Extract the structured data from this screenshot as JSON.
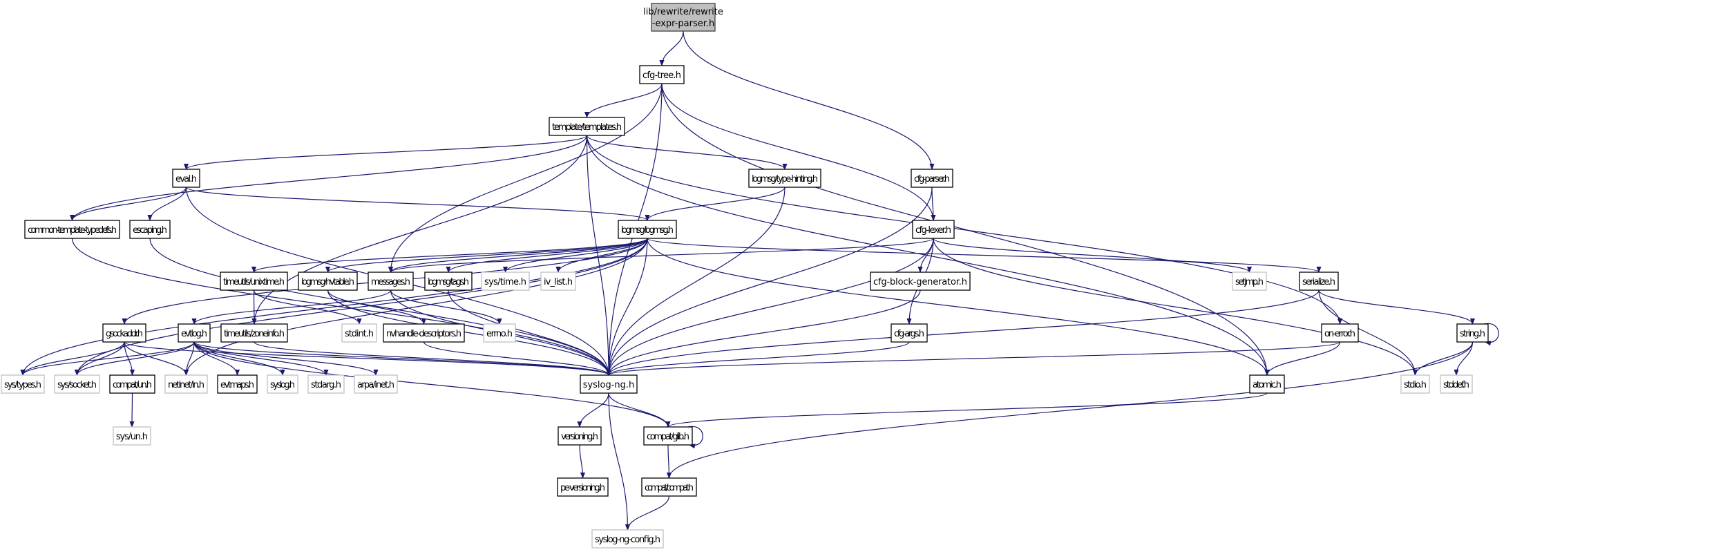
{
  "graph": {
    "edge_color": "#191970",
    "root_fill": "#bfbfbf",
    "external_border": "#bfbfbf",
    "nodes": [
      {
        "id": "root",
        "label": "lib/rewrite/rewrite",
        "label2": "-expr-parser.h",
        "kind": "root"
      },
      {
        "id": "cfgtree",
        "label": "cfg-tree.h"
      },
      {
        "id": "templates",
        "label": "template/templates.h"
      },
      {
        "id": "eval",
        "label": "eval.h"
      },
      {
        "id": "typehint",
        "label": "logmsg/type-hinting.h"
      },
      {
        "id": "cfgparser",
        "label": "cfg-parser.h"
      },
      {
        "id": "ctt",
        "label": "common-template-typedefs.h"
      },
      {
        "id": "escaping",
        "label": "escaping.h"
      },
      {
        "id": "logmsg",
        "label": "logmsg/logmsg.h"
      },
      {
        "id": "cfglexer",
        "label": "cfg-lexer.h"
      },
      {
        "id": "unixtime",
        "label": "timeutils/unixtime.h"
      },
      {
        "id": "nvtable",
        "label": "logmsg/nvtable.h"
      },
      {
        "id": "messages",
        "label": "messages.h"
      },
      {
        "id": "tags",
        "label": "logmsg/tags.h"
      },
      {
        "id": "systime",
        "label": "sys/time.h",
        "kind": "external"
      },
      {
        "id": "ivlist",
        "label": "iv_list.h",
        "kind": "external"
      },
      {
        "id": "cbg",
        "label": "cfg-block-generator.h"
      },
      {
        "id": "setjmp",
        "label": "setjmp.h",
        "kind": "external"
      },
      {
        "id": "serialize",
        "label": "serialize.h"
      },
      {
        "id": "gsockaddr",
        "label": "gsockaddr.h"
      },
      {
        "id": "evtlog",
        "label": "evtlog.h"
      },
      {
        "id": "zoneinfo",
        "label": "timeutils/zoneinfo.h"
      },
      {
        "id": "stdint",
        "label": "stdint.h",
        "kind": "external"
      },
      {
        "id": "nvhandle",
        "label": "nvhandle-descriptors.h"
      },
      {
        "id": "errno",
        "label": "errno.h",
        "kind": "external"
      },
      {
        "id": "cfgargs",
        "label": "cfg-args.h"
      },
      {
        "id": "onerror",
        "label": "on-error.h"
      },
      {
        "id": "string",
        "label": "string.h"
      },
      {
        "id": "systypes",
        "label": "sys/types.h",
        "kind": "external"
      },
      {
        "id": "syssocket",
        "label": "sys/socket.h",
        "kind": "external"
      },
      {
        "id": "compatun",
        "label": "compat/un.h"
      },
      {
        "id": "netinet",
        "label": "netinet/in.h",
        "kind": "external"
      },
      {
        "id": "evtmaps",
        "label": "evtmaps.h"
      },
      {
        "id": "syslogh",
        "label": "syslog.h",
        "kind": "external"
      },
      {
        "id": "stdarg",
        "label": "stdarg.h",
        "kind": "external"
      },
      {
        "id": "arpainet",
        "label": "arpa/inet.h",
        "kind": "external"
      },
      {
        "id": "syslogng",
        "label": "syslog-ng.h"
      },
      {
        "id": "atomic",
        "label": "atomic.h"
      },
      {
        "id": "stdio",
        "label": "stdio.h",
        "kind": "external"
      },
      {
        "id": "stddef",
        "label": "stddef.h",
        "kind": "external"
      },
      {
        "id": "sysun",
        "label": "sys/un.h",
        "kind": "external"
      },
      {
        "id": "versioning",
        "label": "versioning.h"
      },
      {
        "id": "glib",
        "label": "compat/glib.h"
      },
      {
        "id": "peversioning",
        "label": "pe-versioning.h"
      },
      {
        "id": "compat",
        "label": "compat/compat.h"
      },
      {
        "id": "config",
        "label": "syslog-ng-config.h",
        "kind": "external"
      }
    ],
    "edges": [
      [
        "root",
        "cfgtree"
      ],
      [
        "root",
        "cfgparser"
      ],
      [
        "cfgtree",
        "templates"
      ],
      [
        "cfgtree",
        "messages"
      ],
      [
        "cfgtree",
        "syslogng"
      ],
      [
        "cfgtree",
        "cfglexer"
      ],
      [
        "cfgtree",
        "atomic"
      ],
      [
        "templates",
        "eval"
      ],
      [
        "templates",
        "ctt"
      ],
      [
        "templates",
        "typehint"
      ],
      [
        "templates",
        "syslogng"
      ],
      [
        "templates",
        "zoneinfo"
      ],
      [
        "templates",
        "onerror"
      ],
      [
        "templates",
        "atomic"
      ],
      [
        "eval",
        "ctt"
      ],
      [
        "eval",
        "escaping"
      ],
      [
        "eval",
        "logmsg"
      ],
      [
        "eval",
        "syslogng"
      ],
      [
        "typehint",
        "logmsg"
      ],
      [
        "typehint",
        "syslogng"
      ],
      [
        "cfgparser",
        "cfglexer"
      ],
      [
        "cfgparser",
        "syslogng"
      ],
      [
        "ctt",
        "syslogng"
      ],
      [
        "escaping",
        "syslogng"
      ],
      [
        "logmsg",
        "systypes"
      ],
      [
        "logmsg",
        "syssocket"
      ],
      [
        "logmsg",
        "gsockaddr"
      ],
      [
        "logmsg",
        "netinet"
      ],
      [
        "logmsg",
        "unixtime"
      ],
      [
        "logmsg",
        "nvtable"
      ],
      [
        "logmsg",
        "messages"
      ],
      [
        "logmsg",
        "tags"
      ],
      [
        "logmsg",
        "systime"
      ],
      [
        "logmsg",
        "ivlist"
      ],
      [
        "logmsg",
        "syslogng"
      ],
      [
        "logmsg",
        "serialize"
      ],
      [
        "logmsg",
        "atomic"
      ],
      [
        "cfglexer",
        "messages"
      ],
      [
        "cfglexer",
        "setjmp"
      ],
      [
        "cfglexer",
        "cbg"
      ],
      [
        "cfglexer",
        "cfgargs"
      ],
      [
        "cfglexer",
        "syslogng"
      ],
      [
        "cfglexer",
        "stdio"
      ],
      [
        "unixtime",
        "zoneinfo"
      ],
      [
        "unixtime",
        "stdint"
      ],
      [
        "nvtable",
        "nvhandle"
      ],
      [
        "nvtable",
        "syslogng"
      ],
      [
        "messages",
        "evtlog"
      ],
      [
        "messages",
        "errno"
      ],
      [
        "messages",
        "syslogng"
      ],
      [
        "tags",
        "syslogng"
      ],
      [
        "cbg",
        "syslogng"
      ],
      [
        "cfgargs",
        "syslogng"
      ],
      [
        "serialize",
        "syslogng"
      ],
      [
        "serialize",
        "string"
      ],
      [
        "serialize",
        "stdio"
      ],
      [
        "onerror",
        "syslogng"
      ],
      [
        "onerror",
        "atomic"
      ],
      [
        "string",
        "string"
      ],
      [
        "string",
        "stdio"
      ],
      [
        "string",
        "stddef"
      ],
      [
        "string",
        "compat"
      ],
      [
        "gsockaddr",
        "systypes"
      ],
      [
        "gsockaddr",
        "syssocket"
      ],
      [
        "gsockaddr",
        "compatun"
      ],
      [
        "gsockaddr",
        "netinet"
      ],
      [
        "gsockaddr",
        "syslogng"
      ],
      [
        "evtlog",
        "systypes"
      ],
      [
        "evtlog",
        "syssocket"
      ],
      [
        "evtlog",
        "netinet"
      ],
      [
        "evtlog",
        "evtmaps"
      ],
      [
        "evtlog",
        "syslogh"
      ],
      [
        "evtlog",
        "stdarg"
      ],
      [
        "evtlog",
        "arpainet"
      ],
      [
        "evtlog",
        "syslogng"
      ],
      [
        "evtlog",
        "glib"
      ],
      [
        "zoneinfo",
        "syslogng"
      ],
      [
        "nvhandle",
        "syslogng"
      ],
      [
        "compatun",
        "sysun"
      ],
      [
        "syslogng",
        "versioning"
      ],
      [
        "syslogng",
        "glib"
      ],
      [
        "syslogng",
        "config"
      ],
      [
        "atomic",
        "glib"
      ],
      [
        "glib",
        "glib"
      ],
      [
        "glib",
        "compat"
      ],
      [
        "versioning",
        "peversioning"
      ],
      [
        "compat",
        "config"
      ]
    ]
  }
}
